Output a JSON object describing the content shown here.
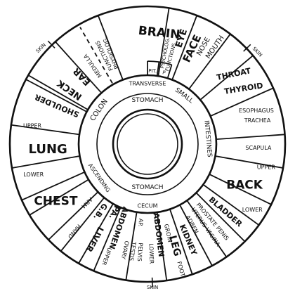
{
  "outer_markers": [
    {
      "label": "SKIN",
      "angle": -44
    },
    {
      "label": "SKIN",
      "angle": 46
    },
    {
      "label": "SKIN",
      "angle": 178
    }
  ],
  "sector_dividers": [
    -60,
    -21,
    9,
    21,
    37,
    50,
    66,
    86,
    100,
    116,
    126,
    135,
    145,
    152,
    161,
    172,
    189,
    203,
    210,
    219,
    226,
    239,
    246,
    260,
    278,
    298,
    318
  ],
  "labels": [
    {
      "id": "brain",
      "text": "BRAIN",
      "angle": 6,
      "r": 159,
      "size": 17,
      "rot": "tangent"
    },
    {
      "id": "physiolog-functions-1",
      "text": "PHYSIOLOG.",
      "angle": -22,
      "r": 140,
      "size": 8,
      "rot": "radial"
    },
    {
      "id": "physiolog-functions-2",
      "text": "FUNCTIONS",
      "angle": -26,
      "r": 140,
      "size": 8,
      "rot": "radial"
    },
    {
      "id": "medulla",
      "text": "MEDULLA",
      "angle": -35,
      "r": 136,
      "size": 8,
      "rot": "radial"
    },
    {
      "id": "ear",
      "text": "EAR",
      "angle": -44,
      "r": 134,
      "size": 13,
      "rot": "radial"
    },
    {
      "id": "neck",
      "text": "NECK",
      "angle": -55,
      "r": 135,
      "size": 13,
      "rot": "radial"
    },
    {
      "id": "shoulder",
      "text": "SHOULDER",
      "angle": -67,
      "r": 140,
      "size": 11,
      "rot": "radial"
    },
    {
      "id": "upper-lung",
      "text": "UPPER",
      "angle": -81,
      "r": 166,
      "size": 8,
      "rot": "none"
    },
    {
      "id": "lung",
      "text": "LUNG",
      "angle": -93,
      "r": 142,
      "size": 18,
      "rot": "none"
    },
    {
      "id": "lower-lung",
      "text": "LOWER",
      "angle": -105,
      "r": 168,
      "size": 8,
      "rot": "none"
    },
    {
      "id": "chest",
      "text": "CHEST",
      "angle": -122,
      "r": 154,
      "size": 17,
      "rot": "none"
    },
    {
      "id": "arm",
      "text": "ARM",
      "angle": -134,
      "r": 120,
      "size": 8,
      "rot": "radial"
    },
    {
      "id": "hand",
      "text": "HAND",
      "angle": -140,
      "r": 162,
      "size": 8,
      "rot": "radial"
    },
    {
      "id": "gb",
      "text": "G.B.",
      "angle": -145,
      "r": 117,
      "size": 11,
      "rot": "radial"
    },
    {
      "id": "liver",
      "text": "LIVER",
      "angle": -151,
      "r": 155,
      "size": 12,
      "rot": "radial"
    },
    {
      "id": "pa",
      "text": "PA.",
      "angle": -154,
      "r": 108,
      "size": 11,
      "rot": "radial"
    },
    {
      "id": "upper-abdomen-label",
      "text": "UPPER",
      "angle": -160,
      "r": 170,
      "size": 8,
      "rot": "radial"
    },
    {
      "id": "abdomen-upper",
      "text": "ABDOMEN",
      "angle": -161,
      "r": 126,
      "size": 11,
      "rot": "radial"
    },
    {
      "id": "ovary",
      "text": "OVARY",
      "angle": -168,
      "r": 154,
      "size": 8,
      "rot": "radial"
    },
    {
      "id": "testis",
      "text": "TESTIS",
      "angle": -172,
      "r": 154,
      "size": 8,
      "rot": "radial"
    },
    {
      "id": "pelvis",
      "text": "PELVIS",
      "angle": -176,
      "r": 154,
      "size": 8,
      "rot": "radial"
    },
    {
      "id": "ap",
      "text": "AP.",
      "angle": -175,
      "r": 112,
      "size": 8,
      "rot": "radial"
    },
    {
      "id": "lower-abdomen-label",
      "text": "LOWER",
      "angle": 178,
      "r": 156,
      "size": 8,
      "rot": "radial"
    },
    {
      "id": "abdomen-lower",
      "text": "ABDOMEN",
      "angle": 173,
      "r": 130,
      "size": 11,
      "rot": "radial"
    },
    {
      "id": "groin",
      "text": "GROIN",
      "angle": 167,
      "r": 130,
      "size": 8,
      "rot": "radial"
    },
    {
      "id": "leg",
      "text": "LEG",
      "angle": 165,
      "r": 150,
      "size": 14,
      "rot": "radial"
    },
    {
      "id": "foot",
      "text": "FOOT",
      "angle": 165,
      "r": 184,
      "size": 8,
      "rot": "radial"
    },
    {
      "id": "kidney",
      "text": "KIDNEY",
      "angle": 157,
      "r": 148,
      "size": 11,
      "rot": "radial"
    },
    {
      "id": "adren",
      "text": "ADREN.",
      "angle": 151,
      "r": 132,
      "size": 8,
      "rot": "radial"
    },
    {
      "id": "uterus-vagina",
      "text": "UTERUS VAGINA",
      "angle": 145,
      "r": 144,
      "size": 8,
      "rot": "radial"
    },
    {
      "id": "prostate-penis",
      "text": "PROSTATE PENIS",
      "angle": 140,
      "r": 144,
      "size": 8,
      "rot": "radial"
    },
    {
      "id": "bladder",
      "text": "BLADDER",
      "angle": 131,
      "r": 147,
      "size": 11,
      "rot": "radial"
    },
    {
      "id": "lower-back",
      "text": "LOWER",
      "angle": 122,
      "r": 176,
      "size": 8,
      "rot": "none"
    },
    {
      "id": "back",
      "text": "BACK",
      "angle": 113,
      "r": 150,
      "size": 17,
      "rot": "none"
    },
    {
      "id": "upper-back",
      "text": "UPPER",
      "angle": 101,
      "r": 172,
      "size": 8,
      "rot": "none"
    },
    {
      "id": "scapula",
      "text": "SCAPULA",
      "angle": 92,
      "r": 158,
      "size": 8,
      "rot": "none"
    },
    {
      "id": "trachea",
      "text": "TRACHEA",
      "angle": 78,
      "r": 160,
      "size": 8,
      "rot": "none"
    },
    {
      "id": "esophagus",
      "text": "ESOPHAGUS",
      "angle": 73,
      "r": 162,
      "size": 8,
      "rot": "none"
    },
    {
      "id": "thyroid",
      "text": "THYROID",
      "angle": 60,
      "r": 158,
      "size": 11,
      "rot": "tangentish"
    },
    {
      "id": "throat",
      "text": "THROAT",
      "angle": 51,
      "r": 158,
      "size": 11,
      "rot": "tangentish"
    },
    {
      "id": "mouth",
      "text": "MOUTH",
      "angle": 35,
      "r": 168,
      "size": 10,
      "rot": "radial"
    },
    {
      "id": "nose",
      "text": "NOSE",
      "angle": 30,
      "r": 160,
      "size": 10,
      "rot": "radial"
    },
    {
      "id": "face",
      "text": "FACE",
      "angle": 25,
      "r": 150,
      "size": 15,
      "rot": "radial"
    },
    {
      "id": "eye",
      "text": "EYE",
      "angle": 18,
      "r": 158,
      "size": 13,
      "rot": "radial"
    },
    {
      "id": "psycholog-functions-1",
      "text": "PSYCHOLOG.",
      "angle": 11,
      "r": 132,
      "size": 7,
      "rot": "radial"
    },
    {
      "id": "psycholog-functions-2",
      "text": "FUNCTIONS",
      "angle": 15,
      "r": 128,
      "size": 7,
      "rot": "radial"
    },
    {
      "id": "pit",
      "text": "PIT.",
      "angle": 4,
      "r": 104,
      "size": 7,
      "rot": "tangent"
    },
    {
      "id": "p",
      "text": "P",
      "angle": 13,
      "r": 104,
      "size": 7,
      "rot": "tangent"
    }
  ],
  "inner_labels": [
    {
      "id": "transverse",
      "text": "TRANSVERSE",
      "angle": 0,
      "r": 86,
      "size": 8,
      "rot": "tangent"
    },
    {
      "id": "stomach-top",
      "text": "STOMACH",
      "angle": 0,
      "r": 62,
      "size": 9,
      "rot": "tangent"
    },
    {
      "id": "small",
      "text": "SMALL",
      "angle": 37,
      "r": 86,
      "size": 9,
      "rot": "tangent"
    },
    {
      "id": "intestines",
      "text": "INTESTINES",
      "angle": 85,
      "r": 86,
      "size": 9,
      "rot": "tangent"
    },
    {
      "id": "stomach-bottom",
      "text": "STOMACH",
      "angle": 180,
      "r": 62,
      "size": 9,
      "rot": "tangent"
    },
    {
      "id": "cecum",
      "text": "CECUM",
      "angle": 180,
      "r": 88,
      "size": 8,
      "rot": "tangent"
    },
    {
      "id": "ascending",
      "text": "ASCENDING",
      "angle": -125,
      "r": 84,
      "size": 8,
      "rot": "tangent"
    },
    {
      "id": "colon",
      "text": "COLON",
      "angle": -55,
      "r": 84,
      "size": 10,
      "rot": "tangent"
    }
  ]
}
